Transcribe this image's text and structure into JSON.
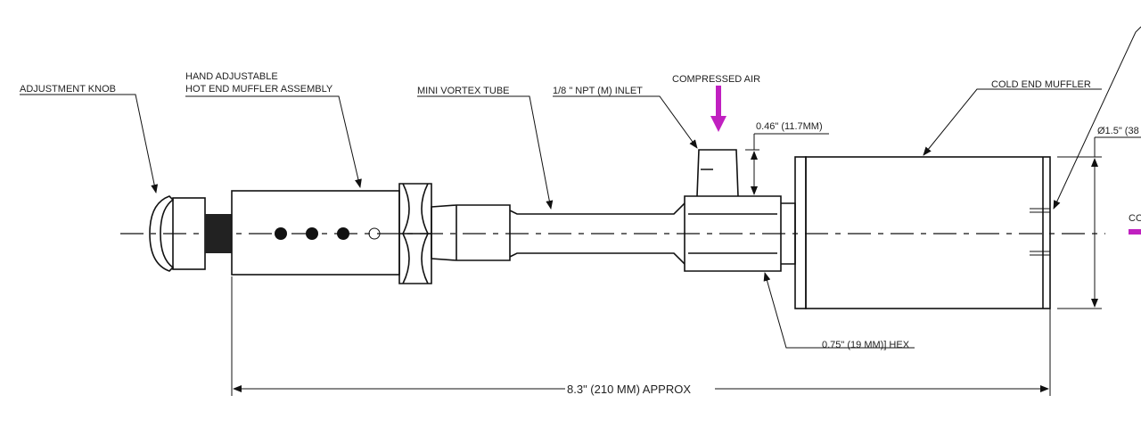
{
  "labels": {
    "adjustment_knob": "ADJUSTMENT KNOB",
    "hot_end_line1": "HAND ADJUSTABLE",
    "hot_end_line2": "HOT END MUFFLER ASSEMBLY",
    "mini_vortex_tube": "MINI VORTEX TUBE",
    "npt_inlet": "1/8 \" NPT (M) INLET",
    "compressed_air": "COMPRESSED AIR",
    "inlet_height": "0.46\" (11.7MM)",
    "cold_end_muffler": "COLD END MUFFLER",
    "diameter": "Ø1.5\" (38",
    "cold_air_partial": "CO",
    "hex_size": "0.75\" (19 MM)] HEX",
    "overall_length": "8.3\" (210 MM) APPROX"
  },
  "colors": {
    "air_arrow": "#c020c0",
    "line": "#111111"
  }
}
